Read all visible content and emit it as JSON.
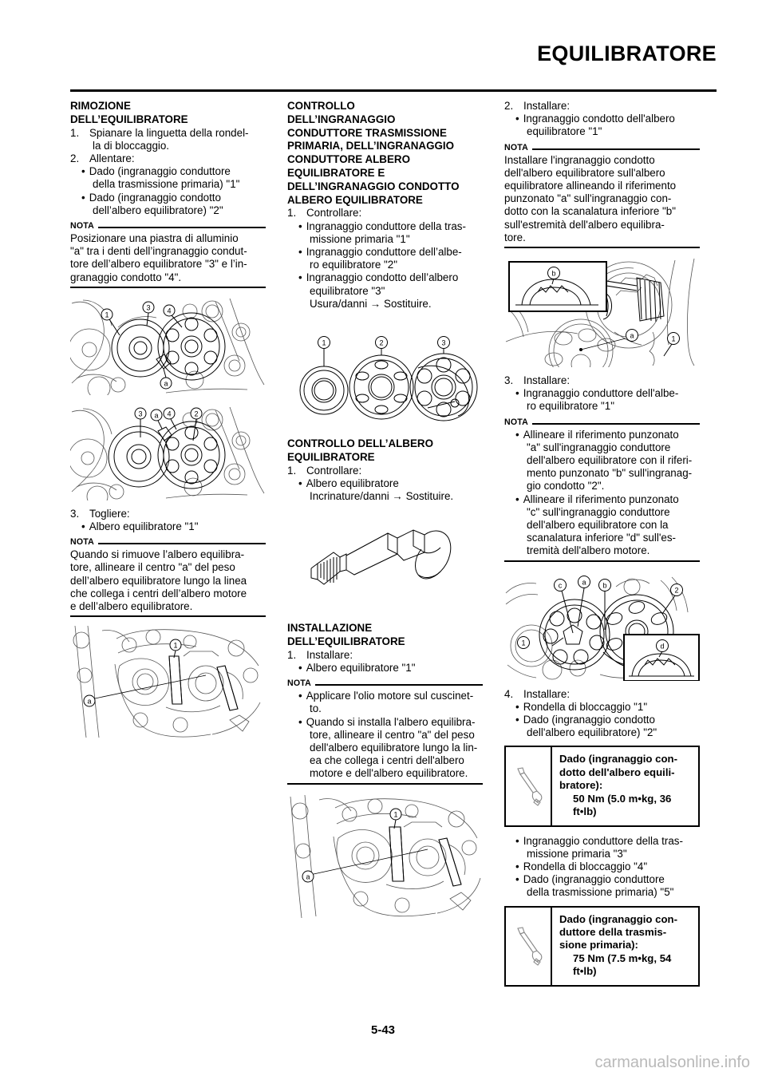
{
  "header": {
    "title": "EQUILIBRATORE"
  },
  "footer": {
    "page_number": "5-43",
    "watermark": "carmanualsonline.info"
  },
  "nota_label": "NOTA",
  "column1": {
    "heading_line1": "RIMOZIONE",
    "heading_line2": "DELL’EQUILIBRATORE",
    "step1_num": "1.",
    "step1_text": "Spianare la linguetta della rondel-",
    "step1_cont": "la di bloccaggio.",
    "step2_num": "2.",
    "step2_text": "Allentare:",
    "step2_b1_l1": "Dado (ingranaggio conduttore",
    "step2_b1_l2": "della trasmissione primaria) \"1\"",
    "step2_b2_l1": "Dado (ingranaggio condotto",
    "step2_b2_l2": "dell’albero equilibratore) \"2\"",
    "nota1_l1": "Posizionare una piastra di alluminio",
    "nota1_l2": "\"a\" tra i denti dell’ingranaggio condut-",
    "nota1_l3": "tore dell’albero equilibratore \"3\" e l’in-",
    "nota1_l4": "granaggio condotto \"4\".",
    "step3_num": "3.",
    "step3_text": "Togliere:",
    "step3_b1": "Albero equilibratore \"1\"",
    "nota2_l1": "Quando si rimuove l’albero equilibra-",
    "nota2_l2": "tore, allineare il centro \"a\" del peso",
    "nota2_l3": "dell’albero equilibratore lungo la linea",
    "nota2_l4": "che collega i centri dell’albero motore",
    "nota2_l5": "e dell’albero equilibratore.",
    "fig1_callouts": [
      "1",
      "3",
      "4",
      "a"
    ],
    "fig2_callouts": [
      "3",
      "a",
      "4",
      "2"
    ],
    "fig3_callouts": [
      "1",
      "a"
    ]
  },
  "column2": {
    "heading_l1": "CONTROLLO",
    "heading_l2": "DELL’INGRANAGGIO",
    "heading_l3": "CONDUTTORE TRASMISSIONE",
    "heading_l4": "PRIMARIA, DELL’INGRANAGGIO",
    "heading_l5": "CONDUTTORE ALBERO",
    "heading_l6": "EQUILIBRATORE E",
    "heading_l7": "DELL’INGRANAGGIO CONDOTTO",
    "heading_l8": "ALBERO EQUILIBRATORE",
    "step1_num": "1.",
    "step1_text": "Controllare:",
    "b1_l1": "Ingranaggio conduttore della tras-",
    "b1_l2": "missione primaria \"1\"",
    "b2_l1": "Ingranaggio conduttore dell’albe-",
    "b2_l2": "ro equilibratore \"2\"",
    "b3_l1": "Ingranaggio condotto dell’albero",
    "b3_l2": "equilibratore \"3\"",
    "b3_l3": "Usura/danni → Sostituire.",
    "fig_gears_callouts": [
      "1",
      "2",
      "3"
    ],
    "heading2_l1": "CONTROLLO DELL’ALBERO",
    "heading2_l2": "EQUILIBRATORE",
    "c2_step1_num": "1.",
    "c2_step1_text": "Controllare:",
    "c2_b1_l1": "Albero equilibratore",
    "c2_b1_l2": "Incrinature/danni → Sostituire.",
    "heading3_l1": "INSTALLAZIONE",
    "heading3_l2": "DELL’EQUILIBRATORE",
    "c3_step1_num": "1.",
    "c3_step1_text": "Installare:",
    "c3_b1": "Albero equilibratore \"1\"",
    "nota_b1_l1": "Applicare l'olio motore sul cuscinet-",
    "nota_b1_l2": "to.",
    "nota_b2_l1": "Quando si installa l'albero equilibra-",
    "nota_b2_l2": "tore, allineare il centro \"a\" del peso",
    "nota_b2_l3": "dell'albero equilibratore lungo la lin-",
    "nota_b2_l4": "ea che collega i centri dell'albero",
    "nota_b2_l5": "motore e dell'albero equilibratore.",
    "fig_bottom_callouts": [
      "1",
      "a"
    ]
  },
  "column3": {
    "step2_num": "2.",
    "step2_text": "Installare:",
    "step2_b1_l1": "Ingranaggio condotto dell'albero",
    "step2_b1_l2": "equilibratore \"1\"",
    "nota1_l1": "Installare l'ingranaggio condotto",
    "nota1_l2": "dell'albero equilibratore sull'albero",
    "nota1_l3": "equilibratore allineando il riferimento",
    "nota1_l4": "punzonato \"a\" sull'ingranaggio con-",
    "nota1_l5": "dotto con la scanalatura inferiore \"b\"",
    "nota1_l6": "sull'estremità dell'albero equilibra-",
    "nota1_l7": "tore.",
    "fig1_callouts": [
      "b",
      "a",
      "1"
    ],
    "step3_num": "3.",
    "step3_text": "Installare:",
    "step3_b1_l1": "Ingranaggio conduttore dell'albe-",
    "step3_b1_l2": "ro equilibratore \"1\"",
    "nota2_b1_l1": "Allineare il riferimento punzonato",
    "nota2_b1_l2": "\"a\" sull'ingranaggio conduttore",
    "nota2_b1_l3": "dell'albero equilibratore con il riferi-",
    "nota2_b1_l4": "mento punzonato \"b\" sull'ingranag-",
    "nota2_b1_l5": "gio condotto \"2\".",
    "nota2_b2_l1": "Allineare il riferimento punzonato",
    "nota2_b2_l2": "\"c\" sull'ingranaggio conduttore",
    "nota2_b2_l3": "dell'albero equilibratore con la",
    "nota2_b2_l4": "scanalatura inferiore \"d\" sull'es-",
    "nota2_b2_l5": "tremità dell'albero motore.",
    "fig2_callouts": [
      "c",
      "a",
      "b",
      "2",
      "1",
      "d"
    ],
    "step4_num": "4.",
    "step4_text": "Installare:",
    "step4_b1": "Rondella di bloccaggio \"1\"",
    "step4_b2_l1": "Dado (ingranaggio condotto",
    "step4_b2_l2": "dell'albero equilibratore) \"2\"",
    "torque1_l1": "Dado (ingranaggio con-",
    "torque1_l2": "dotto dell'albero equili-",
    "torque1_l3": "bratore):",
    "torque1_value_l1": "50 Nm (5.0 m•kg, 36",
    "torque1_value_l2": "ft•lb)",
    "step4_b3_l1": "Ingranaggio conduttore della tras-",
    "step4_b3_l2": "missione primaria \"3\"",
    "step4_b4": "Rondella di bloccaggio \"4\"",
    "step4_b5_l1": "Dado (ingranaggio conduttore",
    "step4_b5_l2": "della trasmissione primaria) \"5\"",
    "torque2_l1": "Dado (ingranaggio con-",
    "torque2_l2": "duttore della trasmis-",
    "torque2_l3": "sione primaria):",
    "torque2_value_l1": "75 Nm (7.5 m•kg, 54",
    "torque2_value_l2": "ft•lb)"
  }
}
